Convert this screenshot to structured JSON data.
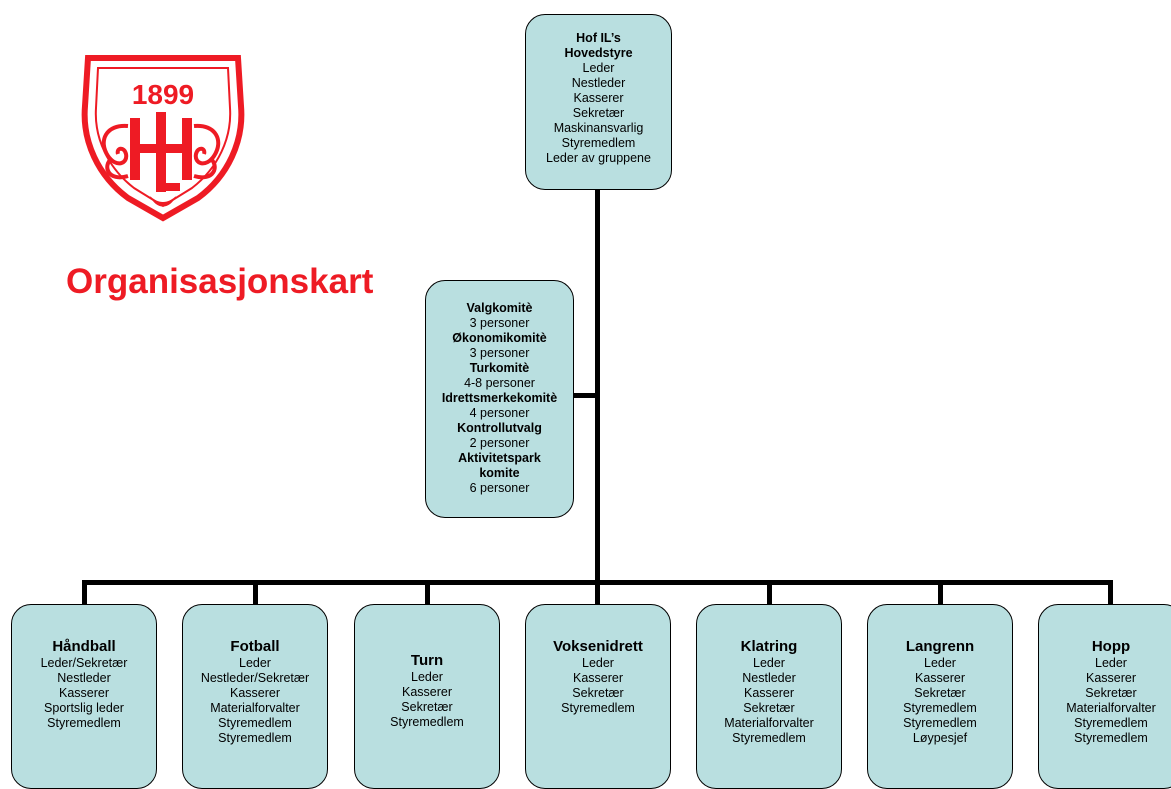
{
  "logo": {
    "year": "1899",
    "letters": "HIL",
    "color": "#ee1b24"
  },
  "title": "Organisasjonskart",
  "hovedstyre": {
    "title_line1": "Hof IL’s",
    "title_line2": "Hovedstyre",
    "members": [
      "Leder",
      "Nestleder",
      "Kasserer",
      "Sekretær",
      "Maskinansvarlig",
      "Styremedlem",
      "Leder av gruppene"
    ]
  },
  "committees": [
    {
      "name": "Valgkomitè",
      "size": "3 personer"
    },
    {
      "name": "Økonomikomitè",
      "size": "3 personer"
    },
    {
      "name": "Turkomitè",
      "size": "4-8 personer"
    },
    {
      "name": "Idrettsmerkekomitè",
      "size": "4 personer"
    },
    {
      "name": "Kontrollutvalg",
      "size": "2 personer"
    },
    {
      "name": "Aktivitetspark komite",
      "size": "6 personer"
    }
  ],
  "groups": [
    {
      "name": "Håndball",
      "roles": [
        "Leder/Sekretær",
        "Nestleder",
        "Kasserer",
        "Sportslig leder",
        "Styremedlem"
      ]
    },
    {
      "name": "Fotball",
      "roles": [
        "Leder",
        "Nestleder/Sekretær",
        "Kasserer",
        "Materialforvalter",
        "Styremedlem",
        "Styremedlem"
      ]
    },
    {
      "name": "Turn",
      "roles": [
        "Leder",
        "Kasserer",
        "Sekretær",
        "Styremedlem"
      ]
    },
    {
      "name": "Voksenidrett",
      "roles": [
        "Leder",
        "Kasserer",
        "Sekretær",
        "Styremedlem"
      ]
    },
    {
      "name": "Klatring",
      "roles": [
        "Leder",
        "Nestleder",
        "Kasserer",
        "Sekretær",
        "Materialforvalter",
        "Styremedlem"
      ]
    },
    {
      "name": "Langrenn",
      "roles": [
        "Leder",
        "Kasserer",
        "Sekretær",
        "Styremedlem",
        "Styremedlem",
        "Løypesjef"
      ]
    },
    {
      "name": "Hopp",
      "roles": [
        "Leder",
        "Kasserer",
        "Sekretær",
        "Materialforvalter",
        "Styremedlem",
        "Styremedlem"
      ]
    }
  ]
}
